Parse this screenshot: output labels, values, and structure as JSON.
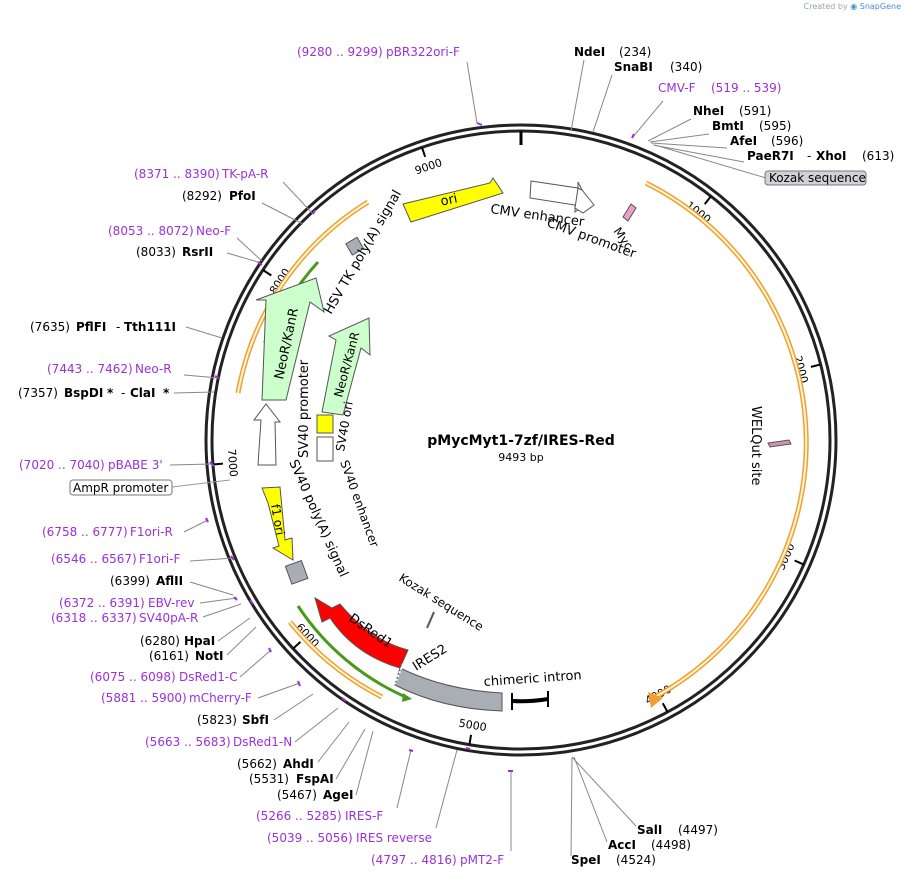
{
  "credit": {
    "prefix": "Created by",
    "brand": "SnapGene"
  },
  "plasmid": {
    "name": "pMycMyt1-7zf/IRES-Red",
    "length_label": "9493 bp",
    "length": 9493
  },
  "colors": {
    "primer": "#9b30d9",
    "enzyme": "#000000",
    "ori": "#ffff00",
    "kanr": "#ccffcc",
    "dsred": "#ff0000",
    "intron_ires": "#a8aeb4",
    "cds_outline": "#f0a030",
    "gene_arrow": "#4a9a1a"
  },
  "ticks": [
    {
      "pos": 1000,
      "label": "1000"
    },
    {
      "pos": 2000,
      "label": "2000"
    },
    {
      "pos": 3000,
      "label": "3000"
    },
    {
      "pos": 4000,
      "label": "4000"
    },
    {
      "pos": 5000,
      "label": "5000"
    },
    {
      "pos": 6000,
      "label": "6000"
    },
    {
      "pos": 7000,
      "label": "7000"
    },
    {
      "pos": 8000,
      "label": "8000"
    },
    {
      "pos": 9000,
      "label": "9000"
    }
  ],
  "features": {
    "ori": "ori",
    "cmv_enhancer": "CMV enhancer",
    "cmv_promoter": "CMV promoter",
    "myc": "Myc",
    "hsv_polya": "HSV TK poly(A) signal",
    "neokanr_outer": "NeoR/KanR",
    "neokanr_inner": "NeoR/KanR",
    "sv40_promoter": "SV40 promoter",
    "sv40_ori": "SV40 ori",
    "sv40_enhancer": "SV40 enhancer",
    "sv40_polya": "SV40 poly(A) signal",
    "f1_ori": "f1 ori",
    "welqut": "WELQut site",
    "kozak_inner": "Kozak sequence",
    "kozak_box": "Kozak sequence",
    "ampr_promoter": "AmpR promoter",
    "dsred1": "DsRed1",
    "ires2": "IRES2",
    "chimeric_intron": "chimeric intron"
  },
  "labels": {
    "pBR322ori": {
      "range": "(9280 .. 9299)",
      "name": "pBR322ori-F"
    },
    "NdeI": {
      "name": "NdeI",
      "pos": "(234)"
    },
    "SnaBI": {
      "name": "SnaBI",
      "pos": "(340)"
    },
    "CMVF": {
      "name": "CMV-F",
      "range": "(519 .. 539)"
    },
    "NheI": {
      "name": "NheI",
      "pos": "(591)"
    },
    "BmtI": {
      "name": "BmtI",
      "pos": "(595)"
    },
    "AfeI": {
      "name": "AfeI",
      "pos": "(596)"
    },
    "PaeR7I": {
      "name": "PaeR7I",
      "sep": "-",
      "name2": "XhoI",
      "pos": "(613)"
    },
    "TKpAR": {
      "range": "(8371 .. 8390)",
      "name": "TK-pA-R"
    },
    "PfoI": {
      "pos": "(8292)",
      "name": "PfoI"
    },
    "NeoF": {
      "range": "(8053 .. 8072)",
      "name": "Neo-F"
    },
    "RsrII": {
      "pos": "(8033)",
      "name": "RsrII"
    },
    "PflFI": {
      "pos": "(7635)",
      "name": "PflFI",
      "sep": "-",
      "name2": "Tth111I"
    },
    "NeoR": {
      "range": "(7443 .. 7462)",
      "name": "Neo-R"
    },
    "BspDI": {
      "pos": "(7357)",
      "name": "BspDI",
      "star": "*",
      "sep": "-",
      "name2": "ClaI",
      "star2": "*"
    },
    "pBABE3": {
      "range": "(7020 .. 7040)",
      "name": "pBABE 3'"
    },
    "F1oriR": {
      "range": "(6758 .. 6777)",
      "name": "F1ori-R"
    },
    "F1oriF": {
      "range": "(6546 .. 6567)",
      "name": "F1ori-F"
    },
    "AflII": {
      "pos": "(6399)",
      "name": "AflII"
    },
    "EBVrev": {
      "range": "(6372 .. 6391)",
      "name": "EBV-rev"
    },
    "SV40pAR": {
      "range": "(6318 .. 6337)",
      "name": "SV40pA-R"
    },
    "HpaI": {
      "pos": "(6280)",
      "name": "HpaI"
    },
    "NotI": {
      "pos": "(6161)",
      "name": "NotI"
    },
    "DsRed1C": {
      "range": "(6075 .. 6098)",
      "name": "DsRed1-C"
    },
    "mCherryF": {
      "range": "(5881 .. 5900)",
      "name": "mCherry-F"
    },
    "SbfI": {
      "pos": "(5823)",
      "name": "SbfI"
    },
    "DsRed1N": {
      "range": "(5663 .. 5683)",
      "name": "DsRed1-N"
    },
    "AhdI": {
      "pos": "(5662)",
      "name": "AhdI"
    },
    "FspAI": {
      "pos": "(5531)",
      "name": "FspAI"
    },
    "AgeI": {
      "pos": "(5467)",
      "name": "AgeI"
    },
    "IRESF": {
      "range": "(5266 .. 5285)",
      "name": "IRES-F"
    },
    "IRESrev": {
      "range": "(5039 .. 5056)",
      "name": "IRES reverse"
    },
    "pMT2F": {
      "range": "(4797 .. 4816)",
      "name": "pMT2-F"
    },
    "SalI": {
      "name": "SalI",
      "pos": "(4497)"
    },
    "AccI": {
      "name": "AccI",
      "pos": "(4498)"
    },
    "SpeI": {
      "name": "SpeI",
      "pos": "(4524)"
    }
  }
}
